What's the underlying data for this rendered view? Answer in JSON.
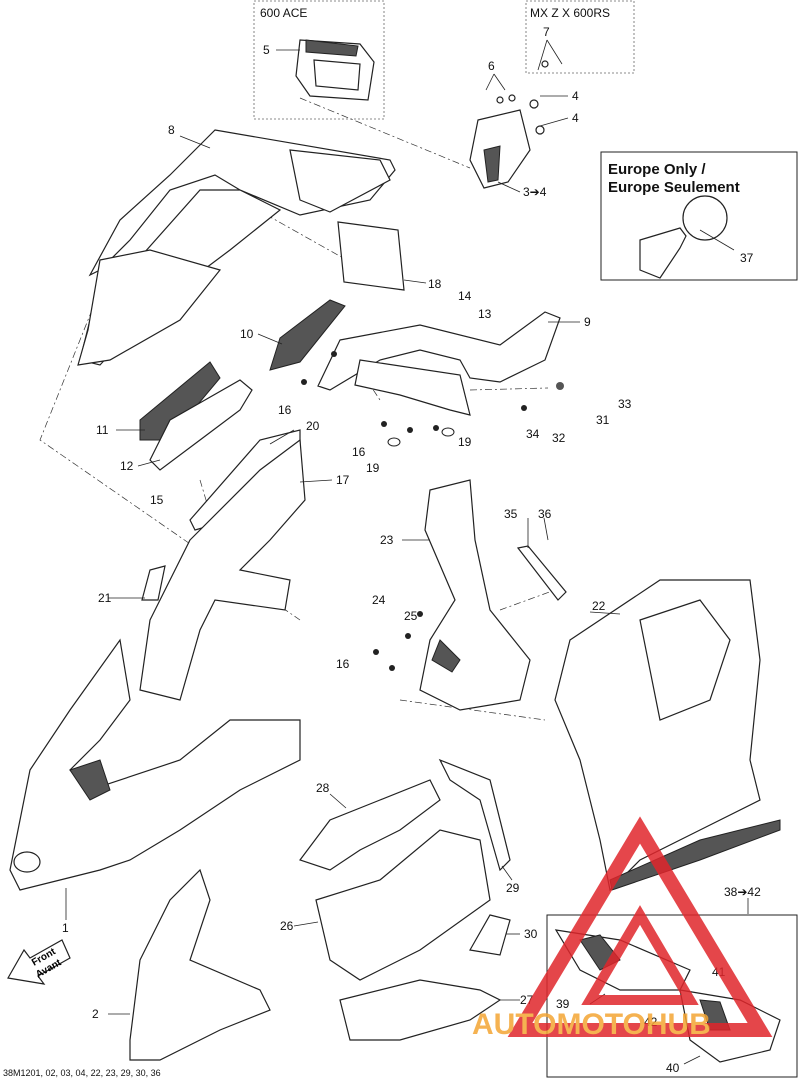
{
  "boxes": {
    "ace": "600 ACE",
    "mxz": "MX Z X 600RS",
    "europe_line1": "Europe Only /",
    "europe_line2": "Europe Seulement"
  },
  "front_arrow": {
    "line1": "Front",
    "line2": "Avant"
  },
  "callouts": {
    "c1": "1",
    "c2": "2",
    "c3_4": "3➔4",
    "c4a": "4",
    "c4b": "4",
    "c5": "5",
    "c6": "6",
    "c7": "7",
    "c8": "8",
    "c9": "9",
    "c10": "10",
    "c11": "11",
    "c12": "12",
    "c13": "13",
    "c14": "14",
    "c15": "15",
    "c16a": "16",
    "c16b": "16",
    "c16c": "16",
    "c17": "17",
    "c18": "18",
    "c19a": "19",
    "c19b": "19",
    "c20": "20",
    "c21": "21",
    "c22": "22",
    "c23": "23",
    "c24": "24",
    "c25": "25",
    "c26": "26",
    "c27": "27",
    "c28": "28",
    "c29": "29",
    "c30": "30",
    "c31": "31",
    "c32": "32",
    "c33": "33",
    "c34": "34",
    "c35": "35",
    "c36": "36",
    "c37": "37",
    "c38_42": "38➔42",
    "c39": "39",
    "c40": "40",
    "c41": "41",
    "c42": "42"
  },
  "watermark": {
    "text": "AUTOMOTOHUB",
    "color_red": "#e0262b",
    "color_orange": "#f4a533"
  },
  "footer": "38M1201, 02, 03, 04, 22, 23, 29, 30, 36"
}
